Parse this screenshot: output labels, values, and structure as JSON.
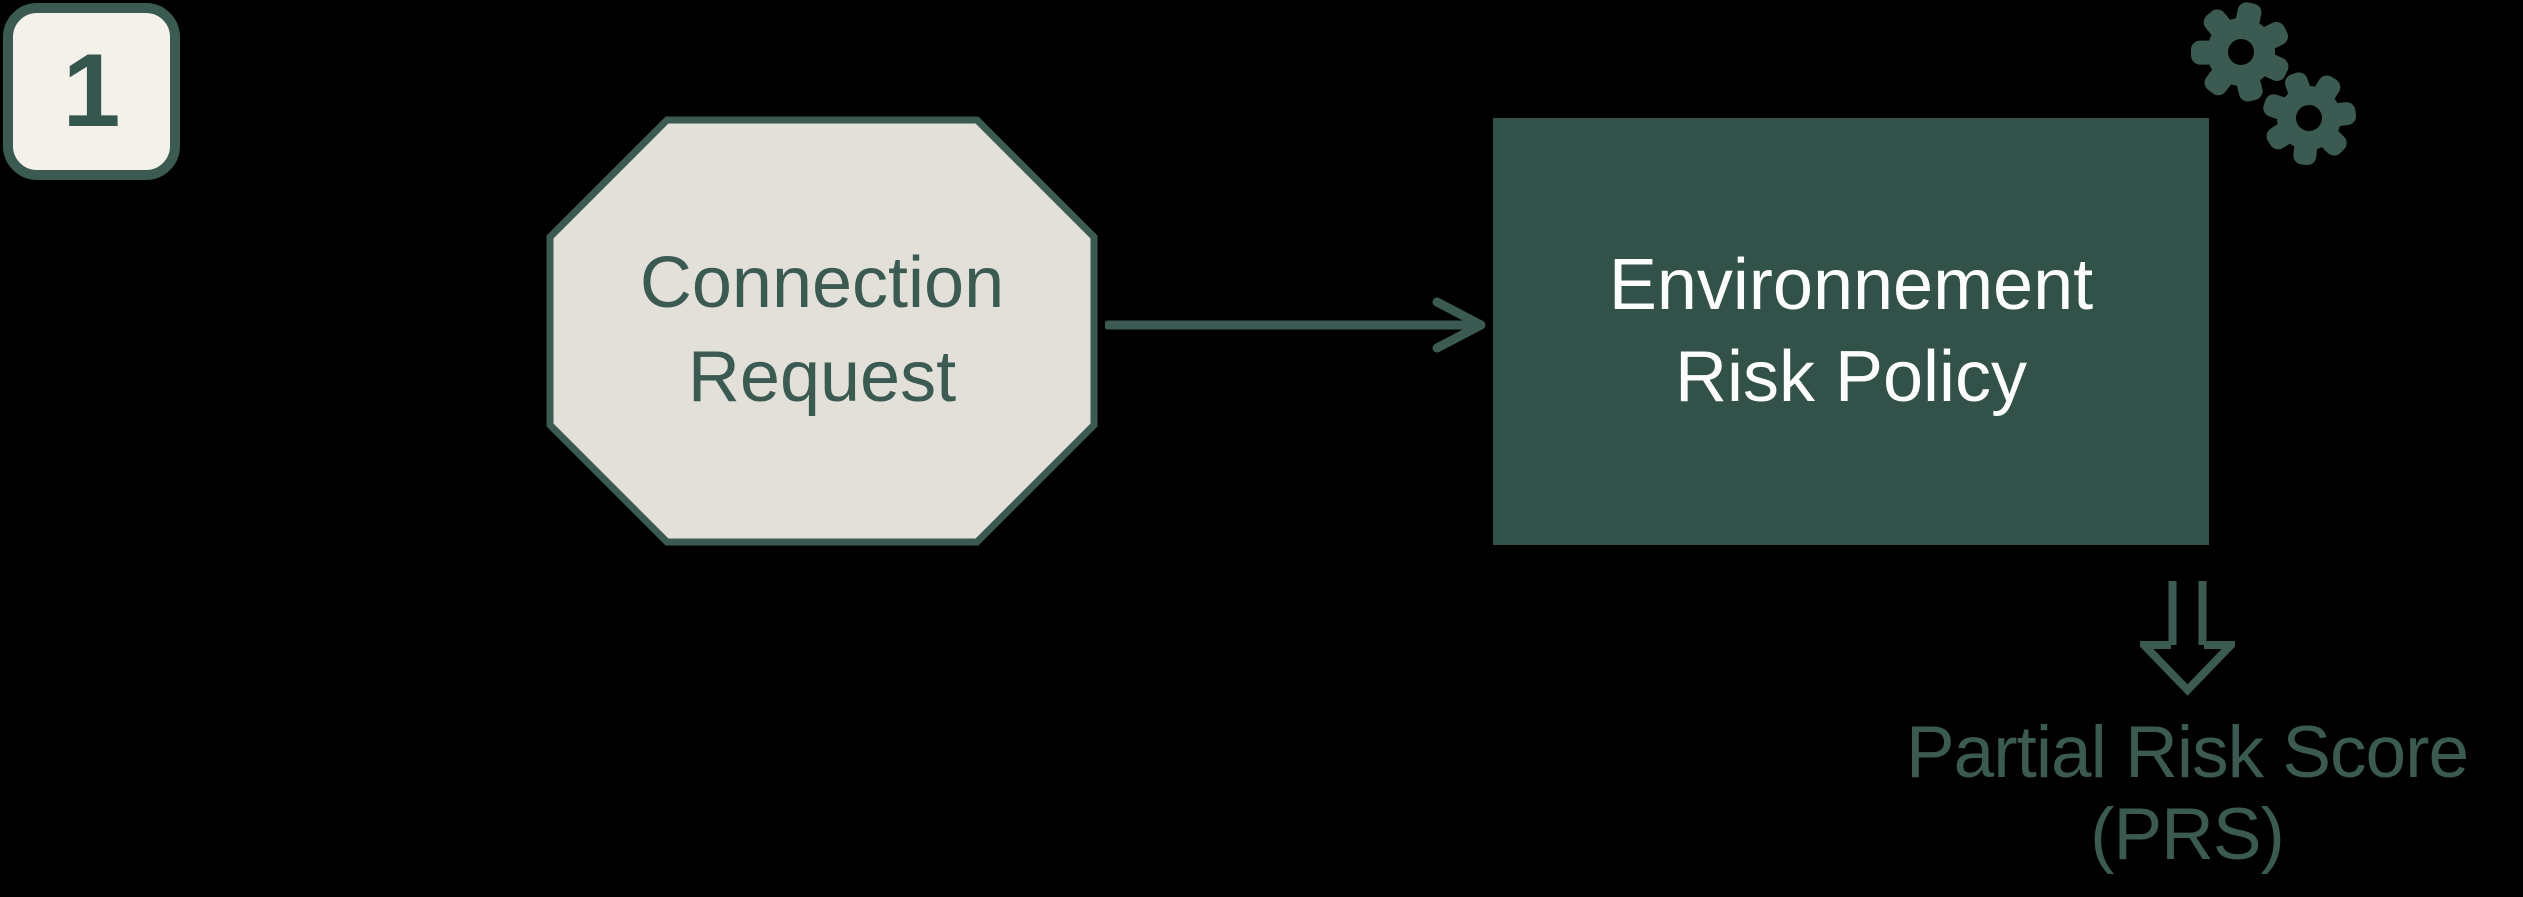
{
  "canvas": {
    "background": "#000000"
  },
  "colors": {
    "teal_stroke": "#3A5A52",
    "policy_fill": "#315149",
    "octagon_fill": "#E3E0DA",
    "badge_fill": "#F4F1EB",
    "text_on_dark": "#FCFCFC"
  },
  "diagram": {
    "step_badge": {
      "number": "1"
    },
    "nodes": {
      "connection_request": {
        "shape": "octagon",
        "label": "Connection\nRequest"
      },
      "environment_risk_policy": {
        "shape": "rectangle",
        "label": "Environnement\nRisk Policy"
      }
    },
    "edges": {
      "request_to_policy": {
        "type": "arrow-right"
      },
      "policy_to_output": {
        "type": "double-arrow-down"
      }
    },
    "output": {
      "label": "Partial Risk Score\n(PRS)"
    },
    "icons": {
      "gears": "gears-icon"
    }
  }
}
